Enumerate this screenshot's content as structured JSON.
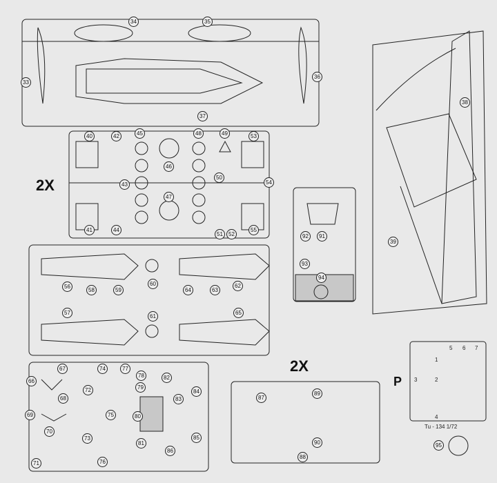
{
  "multipliers": {
    "left": "2X",
    "bottom": "2X"
  },
  "photo_etch": {
    "letter": "P",
    "label": "Tu - 134 1/72",
    "digits": [
      "1",
      "2",
      "3",
      "4",
      "5",
      "6",
      "7"
    ]
  },
  "part_numbers": [
    "33",
    "34",
    "35",
    "36",
    "37",
    "38",
    "39",
    "40",
    "41",
    "42",
    "43",
    "44",
    "45",
    "46",
    "47",
    "48",
    "49",
    "50",
    "51",
    "52",
    "53",
    "54",
    "55",
    "56",
    "57",
    "58",
    "59",
    "60",
    "61",
    "62",
    "63",
    "64",
    "65",
    "66",
    "67",
    "68",
    "69",
    "70",
    "71",
    "72",
    "73",
    "74",
    "75",
    "76",
    "77",
    "78",
    "79",
    "80",
    "81",
    "82",
    "83",
    "84",
    "85",
    "86",
    "87",
    "88",
    "89",
    "90",
    "91",
    "92",
    "93",
    "94",
    "95"
  ]
}
